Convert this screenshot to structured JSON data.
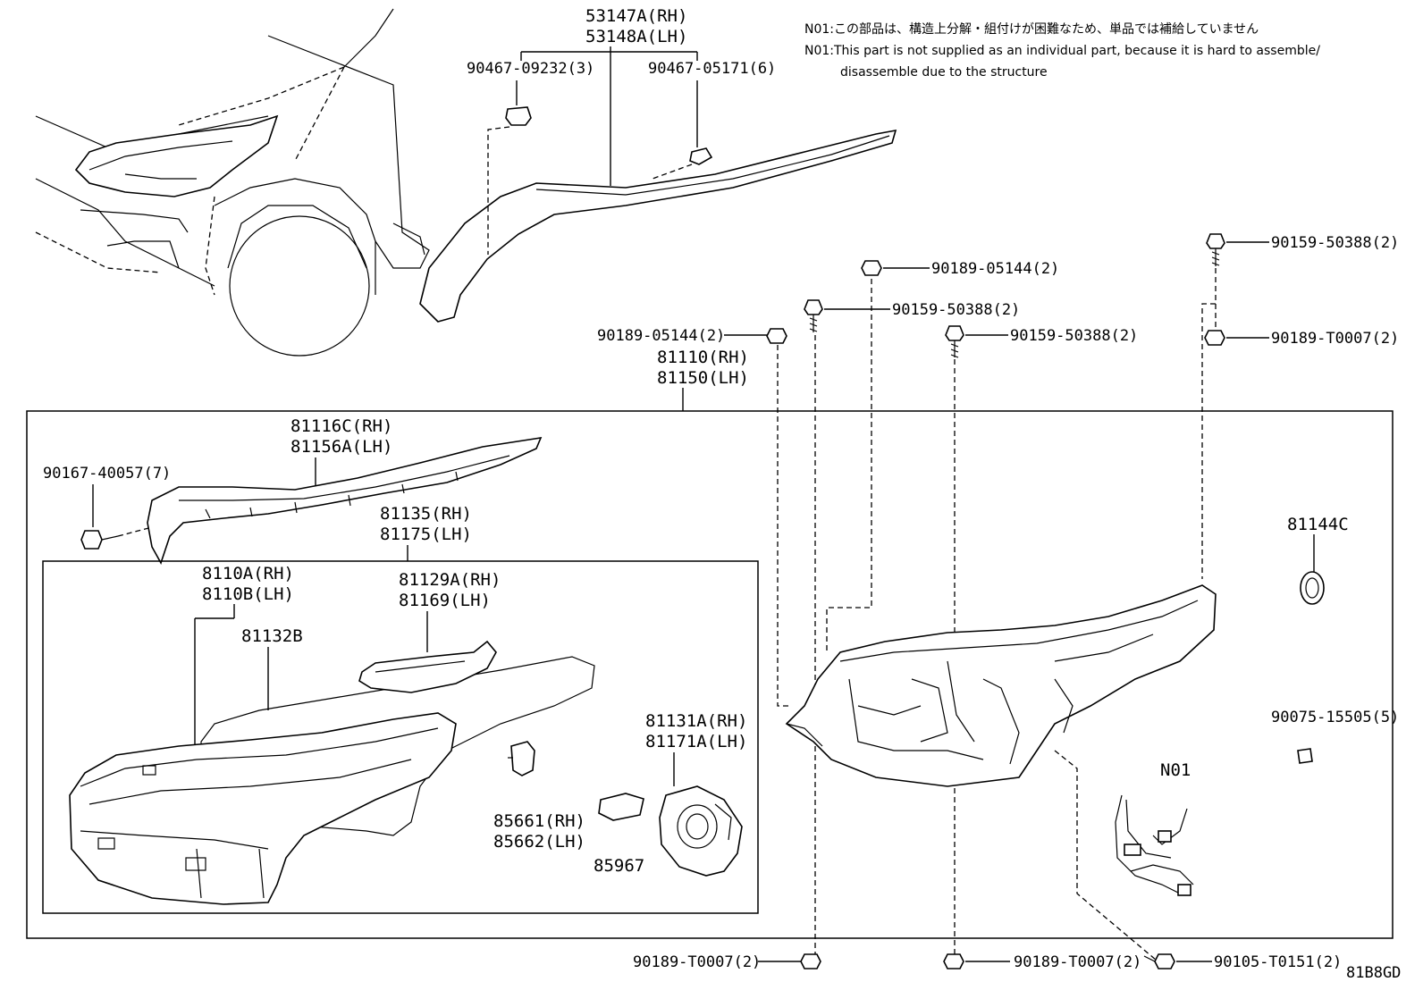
{
  "notes": {
    "n01_ja": "N01:この部品は、構造上分解・組付けが困難なため、単品では補給していません",
    "n01_en_line1": "N01:This part is not supplied as an individual part, because it is hard to assemble/",
    "n01_en_line2": "disassemble due to the structure"
  },
  "diagram_code": "81B8GD",
  "parts": {
    "p53147A": "53147A(RH)",
    "p53148A": "53148A(LH)",
    "p90467_09232": "90467-09232(3)",
    "p90467_05171": "90467-05171(6)",
    "p90159_50388_r": "90159-50388(2)",
    "p90189_05144_t": "90189-05144(2)",
    "p90159_50388_m": "90159-50388(2)",
    "p90159_50388_c": "90159-50388(2)",
    "p90189_T0007_r": "90189-T0007(2)",
    "p90189_05144_l": "90189-05144(2)",
    "p81110": "81110(RH)",
    "p81150": "81150(LH)",
    "p81116C": "81116C(RH)",
    "p81156A": "81156A(LH)",
    "p90167_40057": "90167-40057(7)",
    "p81135": "81135(RH)",
    "p81175": "81175(LH)",
    "p8110A": "8110A(RH)",
    "p8110B": "8110B(LH)",
    "p81132B": "81132B",
    "p81129A": "81129A(RH)",
    "p81169": "81169(LH)",
    "p81144C": "81144C",
    "p90075_15505": "90075-15505(5)",
    "p81131A": "81131A(RH)",
    "p81171A": "81171A(LH)",
    "pN01": "N01",
    "p85661": "85661(RH)",
    "p85662": "85662(LH)",
    "p85967": "85967",
    "p90189_T0007_b1": "90189-T0007(2)",
    "p90189_T0007_b2": "90189-T0007(2)",
    "p90105_T0151": "90105-T0151(2)"
  }
}
